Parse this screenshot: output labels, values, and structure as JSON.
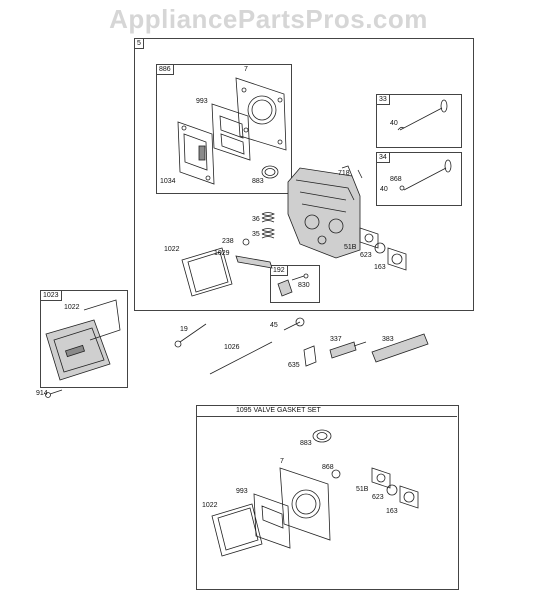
{
  "watermark": "AppliancePartsPros.com",
  "frames": {
    "main": "5",
    "head_gasket_kit": "886",
    "intake_valve": "33",
    "exhaust_valve": "34",
    "breather": "192",
    "cover": "1023",
    "gasket_set_title": "1095 VALVE GASKET SET"
  },
  "labels": {
    "l7": "7",
    "l993": "993",
    "l1034": "1034",
    "l40a": "40",
    "l40b": "40",
    "l868": "868",
    "l718": "718",
    "l883": "883",
    "l36": "36",
    "l35": "35",
    "l238": "238",
    "l1029": "1029",
    "l1022": "1022",
    "l51b": "51B",
    "l623": "623",
    "l163": "163",
    "l830": "830",
    "l1022b": "1022",
    "l914": "914",
    "l19": "19",
    "l45": "45",
    "l1026": "1026",
    "l337": "337",
    "l383": "383",
    "l635": "635",
    "g883": "883",
    "g868": "868",
    "g7": "7",
    "g993": "993",
    "g1022": "1022",
    "g51b": "51B",
    "g623": "623",
    "g163": "163"
  }
}
